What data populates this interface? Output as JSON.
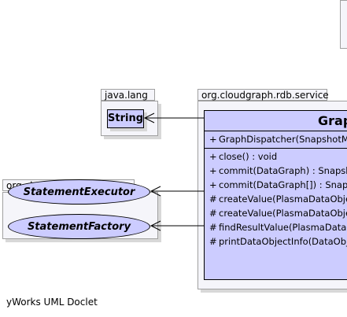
{
  "packages": {
    "java_lang": {
      "label": "java.lang"
    },
    "rdb_service": {
      "label": "org.cloudgraph.rdb.service"
    },
    "store_lang": {
      "label": "org.cloudgraph.store.lang"
    }
  },
  "classes": {
    "string": {
      "name": "String"
    },
    "statement_executor": {
      "name": "StatementExecutor"
    },
    "statement_factory": {
      "name": "StatementFactory"
    },
    "graph_dispatcher": {
      "name": "Grap",
      "constructors": [
        {
          "vis": "+",
          "text": "GraphDispatcher(SnapshotMa"
        }
      ],
      "methods": [
        {
          "vis": "+",
          "text": "close() : void"
        },
        {
          "vis": "+",
          "text": "commit(DataGraph) : Snapsho"
        },
        {
          "vis": "+",
          "text": "commit(DataGraph[]) : Snapsh"
        },
        {
          "vis": "#",
          "text": "createValue(PlasmaDataObjec"
        },
        {
          "vis": "#",
          "text": "createValue(PlasmaDataObjec"
        },
        {
          "vis": "#",
          "text": "findResultValue(PlasmaDataC"
        },
        {
          "vis": "#",
          "text": "printDataObjectInfo(DataObjec"
        }
      ]
    }
  },
  "footer": {
    "text": "yWorks UML Doclet"
  }
}
